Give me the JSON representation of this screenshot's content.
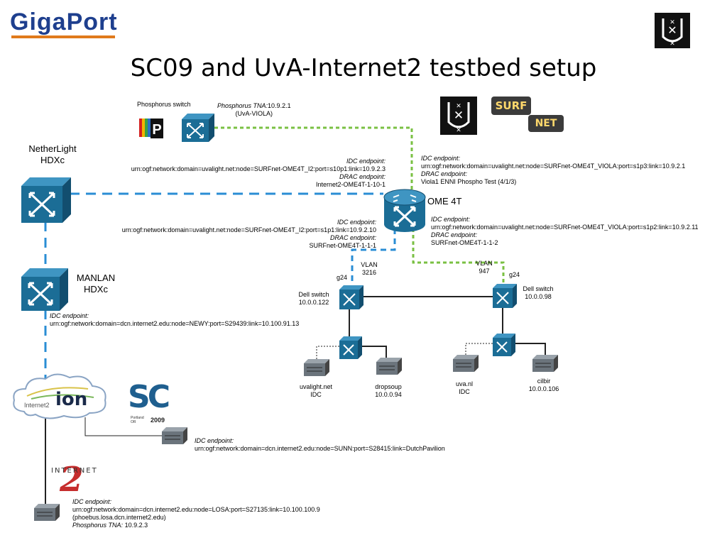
{
  "header": {
    "logo": "GigaPort",
    "title": "SC09 and UvA-Internet2 testbed setup"
  },
  "colors": {
    "link_blue": "#2a8dd4",
    "link_green": "#7ac043",
    "switch_blue": "#1b6d96",
    "logo_blue": "#1e3f8e",
    "logo_orange": "#e07a1c"
  },
  "nodes": {
    "phosphorus_switch": "Phosphorus switch",
    "phosphorus_tna_label": "Phosphorus TNA:",
    "phosphorus_tna_value": "10.9.2.1",
    "phosphorus_tna_sub": "(UvA-VIOLA)",
    "netherlight_1": "NetherLight",
    "netherlight_2": "HDXc",
    "manlan_1": "MANLAN",
    "manlan_2": "HDXc",
    "ome": "OME 4T",
    "dell_left_1": "Dell switch",
    "dell_left_2": "10.0.0.122",
    "dell_right_1": "Dell switch",
    "dell_right_2": "10.0.0.98",
    "g24_left": "g24",
    "g24_right": "g24",
    "vlan_left_1": "VLAN",
    "vlan_left_2": "3216",
    "vlan_right_1": "VLAN",
    "vlan_right_2": "947",
    "uvalight_1": "uvalight.net",
    "uvalight_2": "IDC",
    "dropsoup_1": "dropsoup",
    "dropsoup_2": "10.0.0.94",
    "uvanl_1": "uva.nl",
    "uvanl_2": "IDC",
    "cilbir_1": "cilbir",
    "cilbir_2": "10.0.0.106"
  },
  "logos": {
    "surf_1": "SURF",
    "surf_2": "NET",
    "ion_small": "Internet2",
    "ion_big": "ion",
    "sc_big": "SC",
    "sc_city": "Portland OR",
    "sc_year": "2009",
    "internet2": "INTERNET"
  },
  "annotations": {
    "idc_endpoint": "IDC endpoint:",
    "drac_endpoint": "DRAC endpoint:",
    "nl_port3": "urn:ogf:network:domain=uvalight.net:node=SURFnet-OME4T_I2:port=s10p1:link=10.9.2.3",
    "nl_drac": "Internet2-OME4T-1-10-1",
    "viola_p3": "urn:ogf:network:domain=uvalight.net:node=SURFnet-OME4T_VIOLA:port=s1p3:link=10.9.2.1",
    "viola_drac_p3": "Viola1 ENNI Phospho Test (4/1/3)",
    "i2_p1": "urn:ogf:network:domain=uvalight.net:node=SURFnet-OME4T_I2:port=s1p1:link=10.9.2.10",
    "i2_drac_p1": "SURFnet-OME4T-1-1-1",
    "viola_p2": "urn:ogf:network:domain=uvalight.net:node=SURFnet-OME4T_VIOLA:port=s1p2:link=10.9.2.11",
    "viola_drac_p2": "SURFnet-OME4T-1-1-2",
    "newy": "urn:ogf:network:domain=dcn.internet2.edu:node=NEWY:port=S29439:link=10.100.91.13",
    "sunn": "urn:ogf:network:domain=dcn.internet2.edu:node=SUNN:port=S28415:link=DutchPavilion",
    "losa": "urn:ogf:network:domain=dcn.internet2.edu:node=LOSA:port=S27135:link=10.100.100.9",
    "losa_host": "(phoebus.losa.dcn.internet2.edu)",
    "losa_tna_label": "Phosphorus TNA:",
    "losa_tna_value": "10.9.2.3"
  }
}
